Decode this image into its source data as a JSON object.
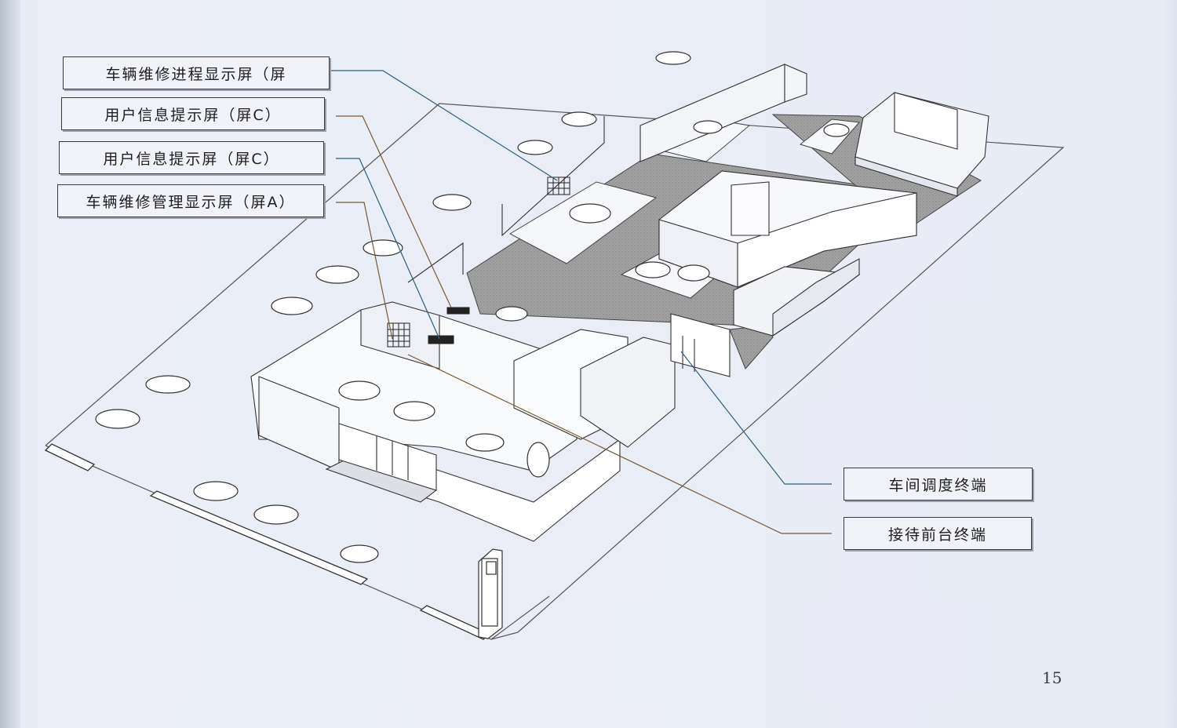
{
  "labels": {
    "progress_screen": "车辆维修进程显示屏（屏",
    "info_screen_1": "用户信息提示屏（屏C）",
    "info_screen_2": "用户信息提示屏（屏C）",
    "management_screen": "车辆维修管理显示屏（屏A）",
    "workshop_terminal": "车间调度终端",
    "reception_terminal": "接待前台终端"
  },
  "page_number": "15",
  "colors": {
    "background": "#e9edf6",
    "line": "#333333",
    "leader_blue": "#2e5e7a",
    "leader_brown": "#7a5a33",
    "floor_gray": "#9a9a9a"
  }
}
